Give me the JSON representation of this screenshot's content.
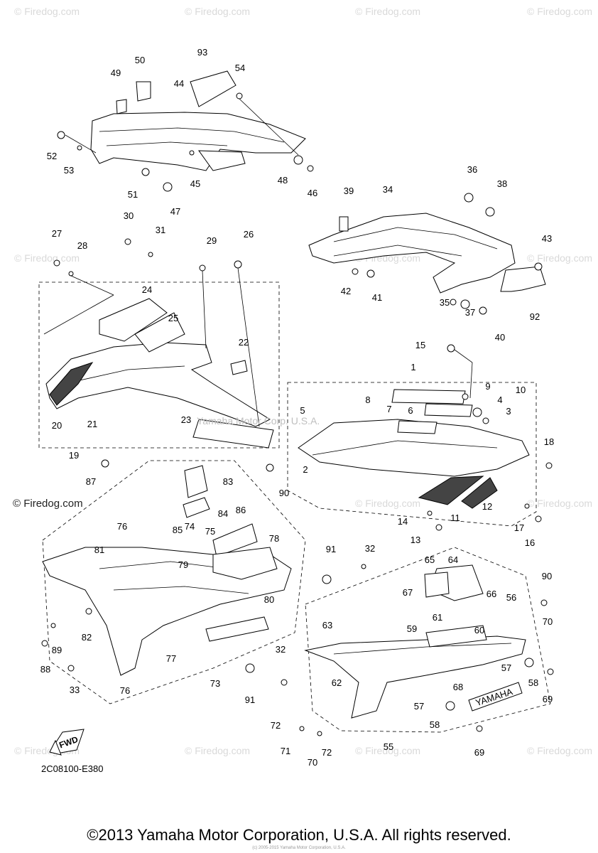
{
  "watermark_text": "© Firedog.com",
  "left_copyright": "© Firedog.com",
  "middle_watermark": "Yamaha Motor Corp. U.S.A.",
  "document_code": "2C08100-E380",
  "footer_text": "©2013 Yamaha Motor Corporation, U.S.A. All rights reserved.",
  "footer_small": "(c) 2005-2015 Yamaha Motor Corporation, U.S.A.",
  "fwd_label": "FWD",
  "decal_text": "YAMAHA",
  "callouts": [
    "1",
    "2",
    "3",
    "4",
    "5",
    "6",
    "7",
    "8",
    "9",
    "10",
    "11",
    "12",
    "13",
    "14",
    "15",
    "16",
    "17",
    "18",
    "19",
    "20",
    "21",
    "22",
    "23",
    "24",
    "25",
    "26",
    "27",
    "28",
    "29",
    "30",
    "31",
    "32",
    "33",
    "34",
    "35",
    "36",
    "37",
    "38",
    "39",
    "40",
    "41",
    "42",
    "43",
    "44",
    "45",
    "46",
    "47",
    "48",
    "49",
    "50",
    "51",
    "52",
    "53",
    "54",
    "55",
    "56",
    "57",
    "58",
    "59",
    "60",
    "61",
    "62",
    "63",
    "64",
    "65",
    "66",
    "67",
    "68",
    "69",
    "70",
    "71",
    "72",
    "73",
    "74",
    "75",
    "76",
    "77",
    "78",
    "79",
    "80",
    "81",
    "82",
    "83",
    "84",
    "85",
    "86",
    "87",
    "88",
    "89",
    "90",
    "91",
    "92",
    "93"
  ]
}
